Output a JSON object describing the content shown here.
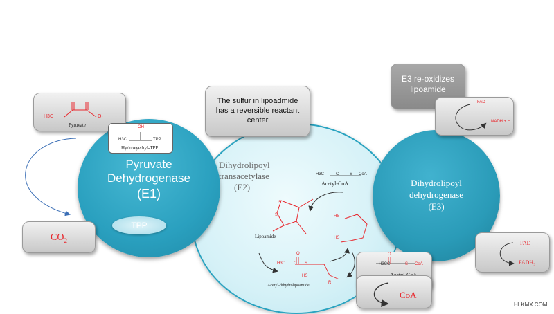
{
  "pyruvate_box": {
    "label": "Pyruvate",
    "formula_left": "H3C",
    "formula_right": "O-"
  },
  "e1": {
    "line1": "Pyruvate",
    "line2": "Dehydrogenase",
    "line3": "(E1)",
    "cofactor": "TPP"
  },
  "htpp_box": {
    "label": "Hydroxyethyl-TPP",
    "left": "H3C",
    "right": "TPP",
    "top": "OH"
  },
  "co2_box": {
    "label": "CO",
    "sub": "2"
  },
  "callout_sulfur": {
    "text_line1": "The sulfur in lipoadmide",
    "text_line2": "has a reversible reactant",
    "text_line3": "center"
  },
  "e2": {
    "line1": "Dihydrolipoyl",
    "line2": "transacetylase",
    "line3": "(E2)",
    "acetyl_coa": "Acetyl-CoA",
    "acetyl_coa_formula": {
      "a": "H3C",
      "b": "C",
      "c": "S",
      "d": "CoA"
    },
    "lipoamide": "Lipoamide",
    "s1": "S",
    "s2": "S",
    "sh1": "HS",
    "sh2": "HS",
    "acetyl_dihydro": "Acetyl-dihydrolipoamide",
    "ad_formula": {
      "a": "H3C",
      "b": "C",
      "c": "S"
    },
    "ad_hs": "HS",
    "ad_r": "R",
    "ad_o": "O"
  },
  "e3_note": {
    "line1": "E3 re-oxidizes",
    "line2": "lipoamide"
  },
  "fad_box_top": {
    "fad": "FAD",
    "nadh": "NADH + H"
  },
  "e3": {
    "line1": "Dihydrolipoyl",
    "line2": "dehydrogenase",
    "line3": "(E3)"
  },
  "fad_box_right": {
    "fad": "FAD",
    "fadh": "FADH",
    "fadh_sub": "2"
  },
  "acetylcoa_box": {
    "label": "Acetyl-CoA",
    "formula_a": "H3C",
    "formula_b": "C",
    "formula_c": "S",
    "formula_d": "CoA",
    "formula_o": "O"
  },
  "coa_box": {
    "label": "CoA"
  },
  "watermark": "HLKMX.COM",
  "colors": {
    "e1_fill": "#2fa6c3",
    "e2_fill": "#d7f2f8",
    "e3_fill": "#2a9bb8",
    "red": "#e8262c",
    "box_grey": "#d4d4d4"
  }
}
